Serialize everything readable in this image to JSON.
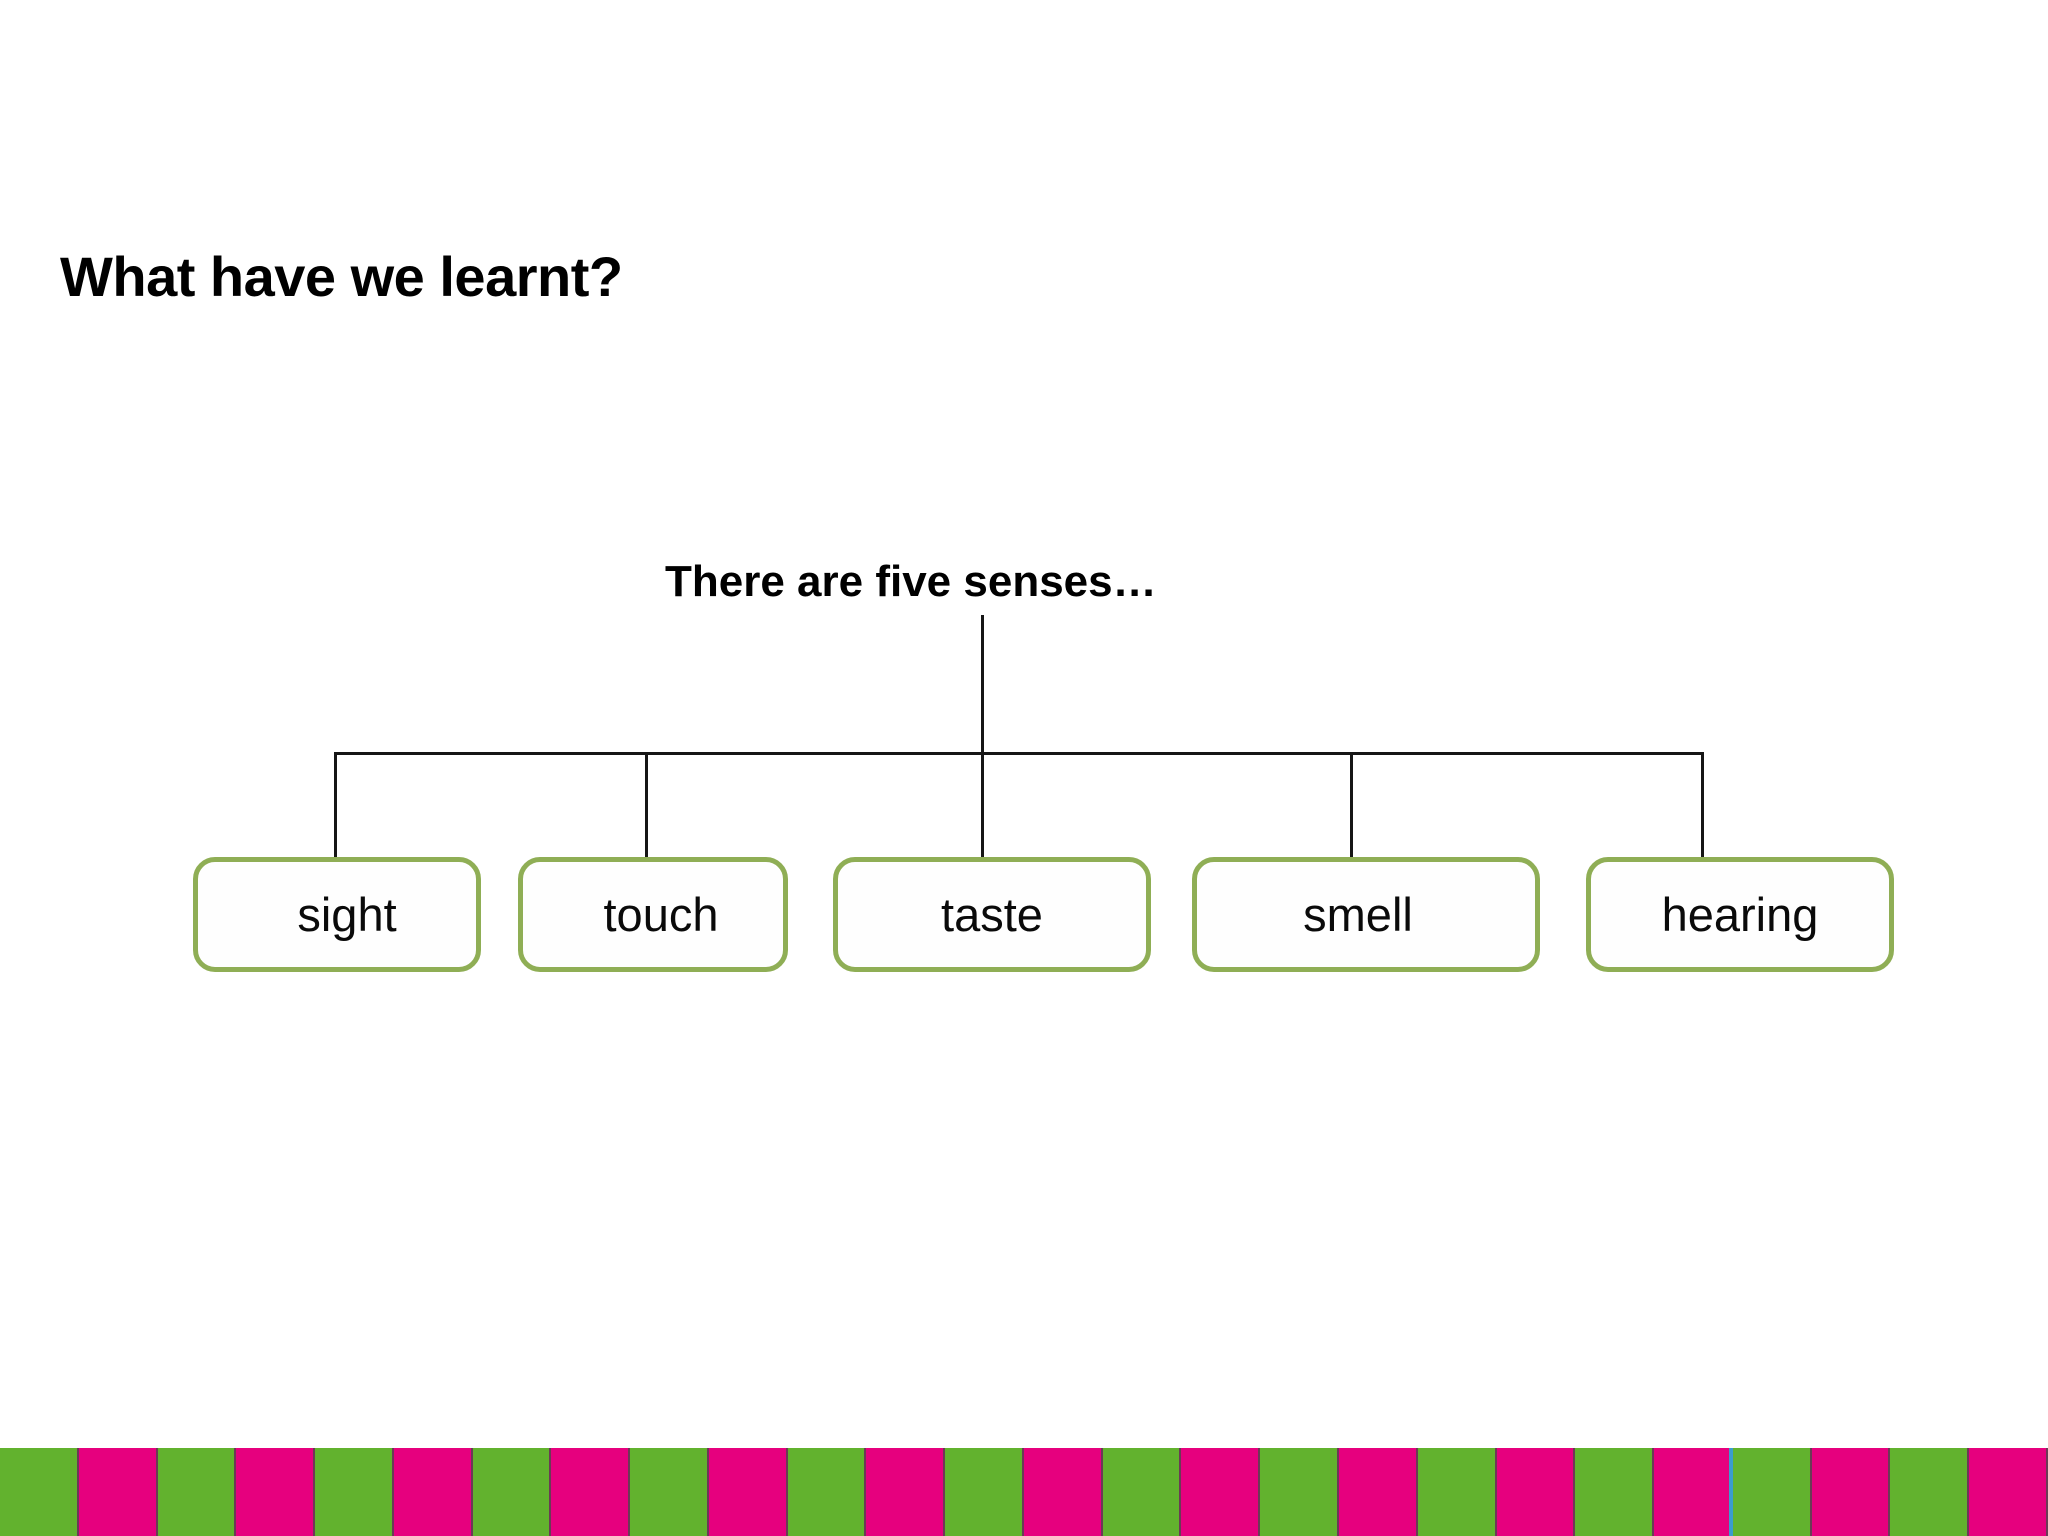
{
  "slide": {
    "title": "What have we learnt?",
    "background_color": "#ffffff"
  },
  "diagram": {
    "type": "tree",
    "root_label": "There are five senses…",
    "connector_color": "#161616",
    "node_border_color": "#8fae55",
    "node_fill_color": "#fefefe",
    "node_text_color": "#0a0a0a",
    "nodes": [
      {
        "id": "sight",
        "label": "sight"
      },
      {
        "id": "touch",
        "label": "touch"
      },
      {
        "id": "taste",
        "label": "taste"
      },
      {
        "id": "smell",
        "label": "smell"
      },
      {
        "id": "hearing",
        "label": "hearing"
      }
    ]
  },
  "footer_stripes": {
    "green": "#62b22e",
    "magenta": "#e6007e",
    "separator": "#6b3a55",
    "accent_blue": "#3b9ccd",
    "sequence": [
      "green",
      "magenta",
      "green",
      "magenta",
      "green",
      "magenta",
      "green",
      "magenta",
      "green",
      "magenta",
      "green",
      "magenta",
      "green",
      "magenta",
      "green",
      "magenta",
      "green",
      "magenta",
      "green",
      "magenta",
      "green",
      "magenta",
      "green",
      "magenta",
      "green",
      "magenta"
    ],
    "accent_blue_after_index": 21
  }
}
